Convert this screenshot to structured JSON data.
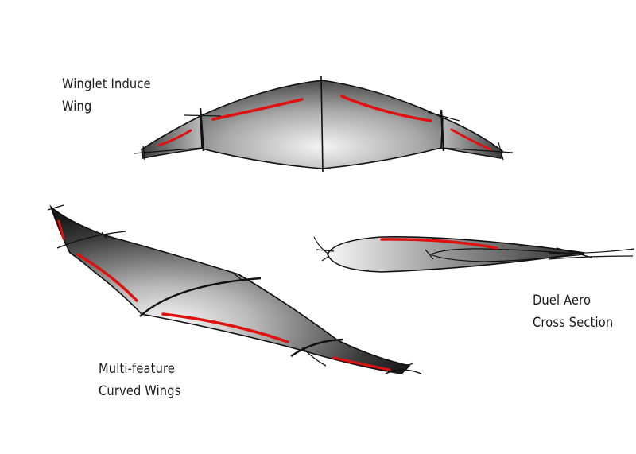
{
  "labels": {
    "winglet": {
      "line1": "Winglet Induce",
      "line2": "Wing"
    },
    "duel_aero": {
      "line1": "Duel Aero",
      "line2": "Cross Section"
    },
    "multi_feature": {
      "line1": "Multi-feature",
      "line2": "Curved Wings"
    }
  },
  "colors": {
    "stroke": "#111111",
    "highlight": "#e0110e",
    "shade_dark": "#2b2b2b",
    "shade_light": "#f2f2f2"
  }
}
